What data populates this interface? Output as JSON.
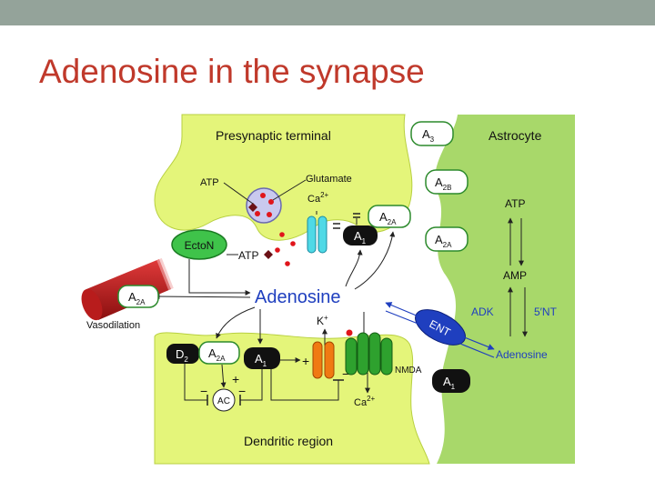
{
  "slide": {
    "title": "Adenosine in the synapse"
  },
  "diagram": {
    "presynaptic_label": "Presynaptic terminal",
    "astrocyte_label": "Astrocyte",
    "dendritic_label": "Dendritic region",
    "vasodilation_label": "Vasodilation",
    "adenosine_main": "Adenosine",
    "atp_vesicle": "ATP",
    "glutamate": "Glutamate",
    "ca_top_base": "Ca",
    "ca_top_sup": "2+",
    "k_base": "K",
    "k_sup": "+",
    "ca_bottom_base": "Ca",
    "ca_bottom_sup": "2+",
    "ectoN": "EctoN",
    "atp_small": "ATP",
    "nmda": "NMDA",
    "ac": "AC",
    "ent": "ENT",
    "adk": "ADK",
    "five_nt": "5′NT",
    "astro_atp": "ATP",
    "astro_amp": "AMP",
    "astro_adenosine": "Adenosine",
    "plus": "+",
    "minus": "−",
    "receptors": {
      "a3": {
        "base": "A",
        "sub": "3"
      },
      "a2b": {
        "base": "A",
        "sub": "2B"
      },
      "a2a_astro": {
        "base": "A",
        "sub": "2A"
      },
      "a1_astro": {
        "base": "A",
        "sub": "1"
      },
      "a2a_pre": {
        "base": "A",
        "sub": "2A"
      },
      "a1_pre": {
        "base": "A",
        "sub": "1"
      },
      "a2a_vessel": {
        "base": "A",
        "sub": "2A"
      },
      "d2": {
        "base": "D",
        "sub": "2"
      },
      "a2a_post": {
        "base": "A",
        "sub": "2A"
      },
      "a1_post": {
        "base": "A",
        "sub": "1"
      }
    }
  }
}
